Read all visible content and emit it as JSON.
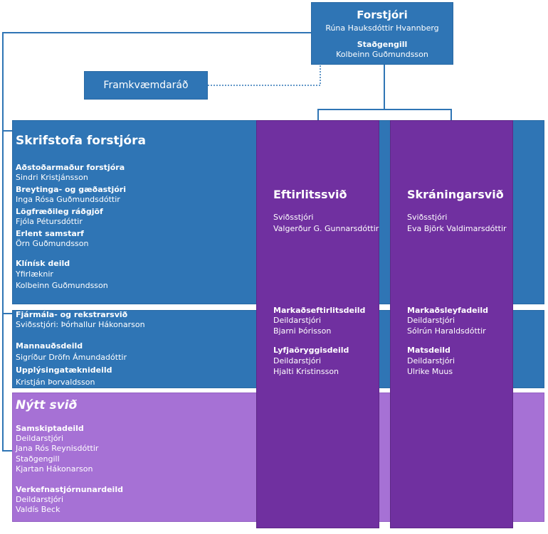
{
  "director": {
    "title": "Forstjóri",
    "name": "Rúna Hauksdóttir Hvannberg",
    "deputy_label": "Staðgengill",
    "deputy_name": "Kolbeinn Guðmundsson"
  },
  "executive_board": {
    "label": "Framkvæmdaráð"
  },
  "office": {
    "title": "Skrifstofa forstjóra",
    "roles": [
      {
        "title": "Aðstoðarmaður forstjóra",
        "name": "Sindri Kristjánsson"
      },
      {
        "title": "Breytinga- og gæðastjóri",
        "name": "Inga Rósa Guðmundsdóttir"
      },
      {
        "title": "Lögfræðileg ráðgjöf",
        "name": "Fjóla Pétursdóttir"
      },
      {
        "title": "Erlent samstarf",
        "name": "Örn Guðmundsson"
      }
    ],
    "clinical": {
      "title": "Klínísk deild",
      "role": "Yfirlæknir",
      "name": "Kolbeinn Guðmundsson"
    }
  },
  "operations": {
    "finance": {
      "title": "Fjármála- og rekstrarsvið",
      "line": "Sviðsstjóri: Þórhallur Hákonarson"
    },
    "hr": {
      "title": "Mannauðsdeild",
      "name": "Sigríður Dröfn Ámundadóttir"
    },
    "it": {
      "title": "Upplýsingatæknideild",
      "name": "Kristján Þorvaldsson"
    }
  },
  "new_division": {
    "title": "Nýtt svið",
    "communications": {
      "title": "Samskiptadeild",
      "role1": "Deildarstjóri",
      "name1": "Jana Rós Reynisdóttir",
      "role2": "Staðgengill",
      "name2": "Kjartan Hákonarson"
    },
    "project_mgmt": {
      "title": "Verkefnastjórnunardeild",
      "role": "Deildarstjóri",
      "name": "Valdís Beck"
    }
  },
  "supervision": {
    "title": "Eftirlitssvið",
    "head_role": "Sviðsstjóri",
    "head_name": "Valgerður G. Gunnarsdóttir",
    "dept1": {
      "title": "Markaðseftirlitsdeild",
      "role": "Deildarstjóri",
      "name": "Bjarni Þórisson"
    },
    "dept2": {
      "title": "Lyfjaöryggisdeild",
      "role": "Deildarstjóri",
      "name": "Hjalti Kristinsson"
    }
  },
  "registration": {
    "title": "Skráningarsvið",
    "head_role": "Sviðsstjóri",
    "head_name": "Eva Björk Valdimarsdóttir",
    "dept1": {
      "title": "Markaðsleyfadeild",
      "role": "Deildarstjóri",
      "name": "Sólrún Haraldsdóttir"
    },
    "dept2": {
      "title": "Matsdeild",
      "role": "Deildarstjóri",
      "name": "Ulrike Muus"
    }
  },
  "colors": {
    "blue": "#2f75b5",
    "purple": "#7030a0",
    "lilac": "#a671d5"
  }
}
